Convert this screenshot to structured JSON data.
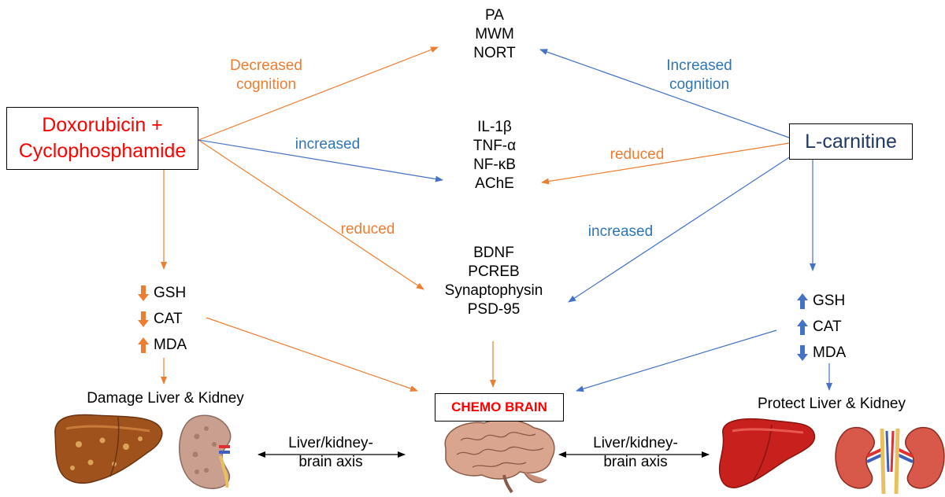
{
  "drug_box": [
    "Doxorubicin +",
    "Cyclophosphamide"
  ],
  "lcarnitine_box": "L-carnitine",
  "cognition_tests": [
    "PA",
    "MWM",
    "NORT"
  ],
  "inflammation_markers": [
    "IL-1β",
    "TNF-α",
    "NF-κB",
    "AChE"
  ],
  "synaptic_markers": [
    "BDNF",
    "PCREB",
    "Synaptophysin",
    "PSD-95"
  ],
  "edge_labels": {
    "decreased_cognition": [
      "Decreased",
      "cognition"
    ],
    "increased_cognition": [
      "Increased",
      "cognition"
    ],
    "increased_left": "increased",
    "reduced_right": "reduced",
    "reduced_left": "reduced",
    "increased_right": "increased"
  },
  "left_oxidative": [
    {
      "direction": "down",
      "label": "GSH"
    },
    {
      "direction": "down",
      "label": "CAT"
    },
    {
      "direction": "up",
      "label": "MDA"
    }
  ],
  "right_oxidative": [
    {
      "direction": "up",
      "label": "GSH"
    },
    {
      "direction": "up",
      "label": "CAT"
    },
    {
      "direction": "down",
      "label": "MDA"
    }
  ],
  "damage_label": "Damage Liver & Kidney",
  "protect_label": "Protect Liver & Kidney",
  "chemo_brain": "CHEMO BRAIN",
  "axis_left": [
    "Liver/kidney-",
    "brain axis"
  ],
  "axis_right": [
    "Liver/kidney-",
    "brain axis"
  ],
  "colors": {
    "orange": "#ED7D31",
    "blue": "#4472C4",
    "label_blue": "#2E75B6",
    "red": "#FF0000",
    "navy": "#1F3864"
  },
  "icons": [
    "damaged-liver-icon",
    "damaged-kidney-icon",
    "brain-icon",
    "healthy-liver-icon",
    "healthy-kidneys-icon"
  ]
}
